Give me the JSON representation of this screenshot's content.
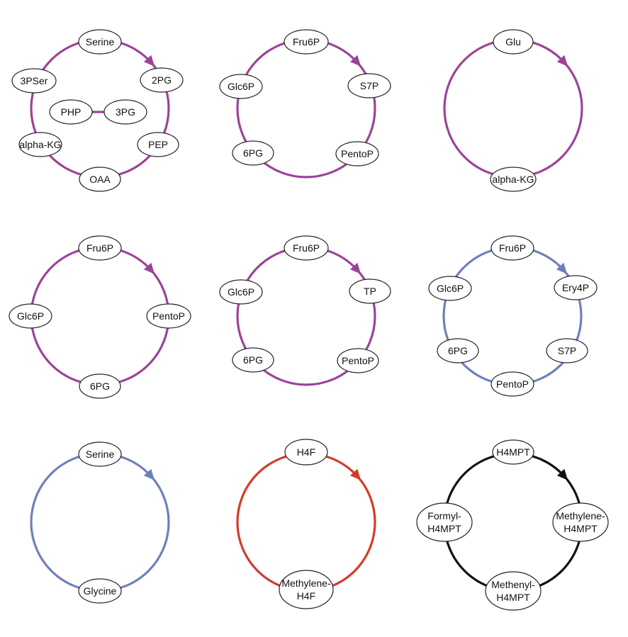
{
  "colors": {
    "purple": "#9c4398",
    "blue": "#6f7fbd",
    "red": "#d23b2b",
    "black": "#111111"
  },
  "cycles": [
    {
      "id": "serine-cycle",
      "color": "purple",
      "nodes": [
        {
          "id": "serine",
          "lines": [
            "Serine"
          ]
        },
        {
          "id": "2pg",
          "lines": [
            "2PG"
          ]
        },
        {
          "id": "pep",
          "lines": [
            "PEP"
          ]
        },
        {
          "id": "oaa",
          "lines": [
            "OAA"
          ]
        },
        {
          "id": "alpha-kg",
          "lines": [
            "alpha-KG"
          ]
        },
        {
          "id": "3pser",
          "lines": [
            "3PSer"
          ]
        },
        {
          "id": "php",
          "lines": [
            "PHP"
          ]
        },
        {
          "id": "3pg",
          "lines": [
            "3PG"
          ]
        }
      ]
    },
    {
      "id": "pentose-s7p-cycle",
      "color": "purple",
      "nodes": [
        {
          "id": "fru6p",
          "lines": [
            "Fru6P"
          ]
        },
        {
          "id": "s7p",
          "lines": [
            "S7P"
          ]
        },
        {
          "id": "pentop",
          "lines": [
            "PentoP"
          ]
        },
        {
          "id": "6pg",
          "lines": [
            "6PG"
          ]
        },
        {
          "id": "glc6p",
          "lines": [
            "Glc6P"
          ]
        }
      ]
    },
    {
      "id": "glu-cycle",
      "color": "purple",
      "nodes": [
        {
          "id": "glu",
          "lines": [
            "Glu"
          ]
        },
        {
          "id": "alpha-kg",
          "lines": [
            "alpha-KG"
          ]
        }
      ]
    },
    {
      "id": "pentose-4-cycle",
      "color": "purple",
      "nodes": [
        {
          "id": "fru6p",
          "lines": [
            "Fru6P"
          ]
        },
        {
          "id": "pentop",
          "lines": [
            "PentoP"
          ]
        },
        {
          "id": "6pg",
          "lines": [
            "6PG"
          ]
        },
        {
          "id": "glc6p",
          "lines": [
            "Glc6P"
          ]
        }
      ]
    },
    {
      "id": "pentose-tp-cycle",
      "color": "purple",
      "nodes": [
        {
          "id": "fru6p",
          "lines": [
            "Fru6P"
          ]
        },
        {
          "id": "tp",
          "lines": [
            "TP"
          ]
        },
        {
          "id": "pentop",
          "lines": [
            "PentoP"
          ]
        },
        {
          "id": "6pg",
          "lines": [
            "6PG"
          ]
        },
        {
          "id": "glc6p",
          "lines": [
            "Glc6P"
          ]
        }
      ]
    },
    {
      "id": "pentose-ery4p-cycle",
      "color": "blue",
      "nodes": [
        {
          "id": "fru6p",
          "lines": [
            "Fru6P"
          ]
        },
        {
          "id": "ery4p",
          "lines": [
            "Ery4P"
          ]
        },
        {
          "id": "s7p",
          "lines": [
            "S7P"
          ]
        },
        {
          "id": "pentop",
          "lines": [
            "PentoP"
          ]
        },
        {
          "id": "6pg",
          "lines": [
            "6PG"
          ]
        },
        {
          "id": "glc6p",
          "lines": [
            "Glc6P"
          ]
        }
      ]
    },
    {
      "id": "serine-glycine-cycle",
      "color": "blue",
      "nodes": [
        {
          "id": "serine",
          "lines": [
            "Serine"
          ]
        },
        {
          "id": "glycine",
          "lines": [
            "Glycine"
          ]
        }
      ]
    },
    {
      "id": "h4f-cycle",
      "color": "red",
      "nodes": [
        {
          "id": "h4f",
          "lines": [
            "H4F"
          ]
        },
        {
          "id": "methylene-h4f",
          "lines": [
            "Methylene-",
            "H4F"
          ]
        }
      ]
    },
    {
      "id": "h4mpt-cycle",
      "color": "black",
      "nodes": [
        {
          "id": "h4mpt",
          "lines": [
            "H4MPT"
          ]
        },
        {
          "id": "methylene-h4mpt",
          "lines": [
            "Methylene-",
            "H4MPT"
          ]
        },
        {
          "id": "methenyl-h4mpt",
          "lines": [
            "Methenyl-",
            "H4MPT"
          ]
        },
        {
          "id": "formyl-h4mpt",
          "lines": [
            "Formyl-",
            "H4MPT"
          ]
        }
      ]
    }
  ]
}
